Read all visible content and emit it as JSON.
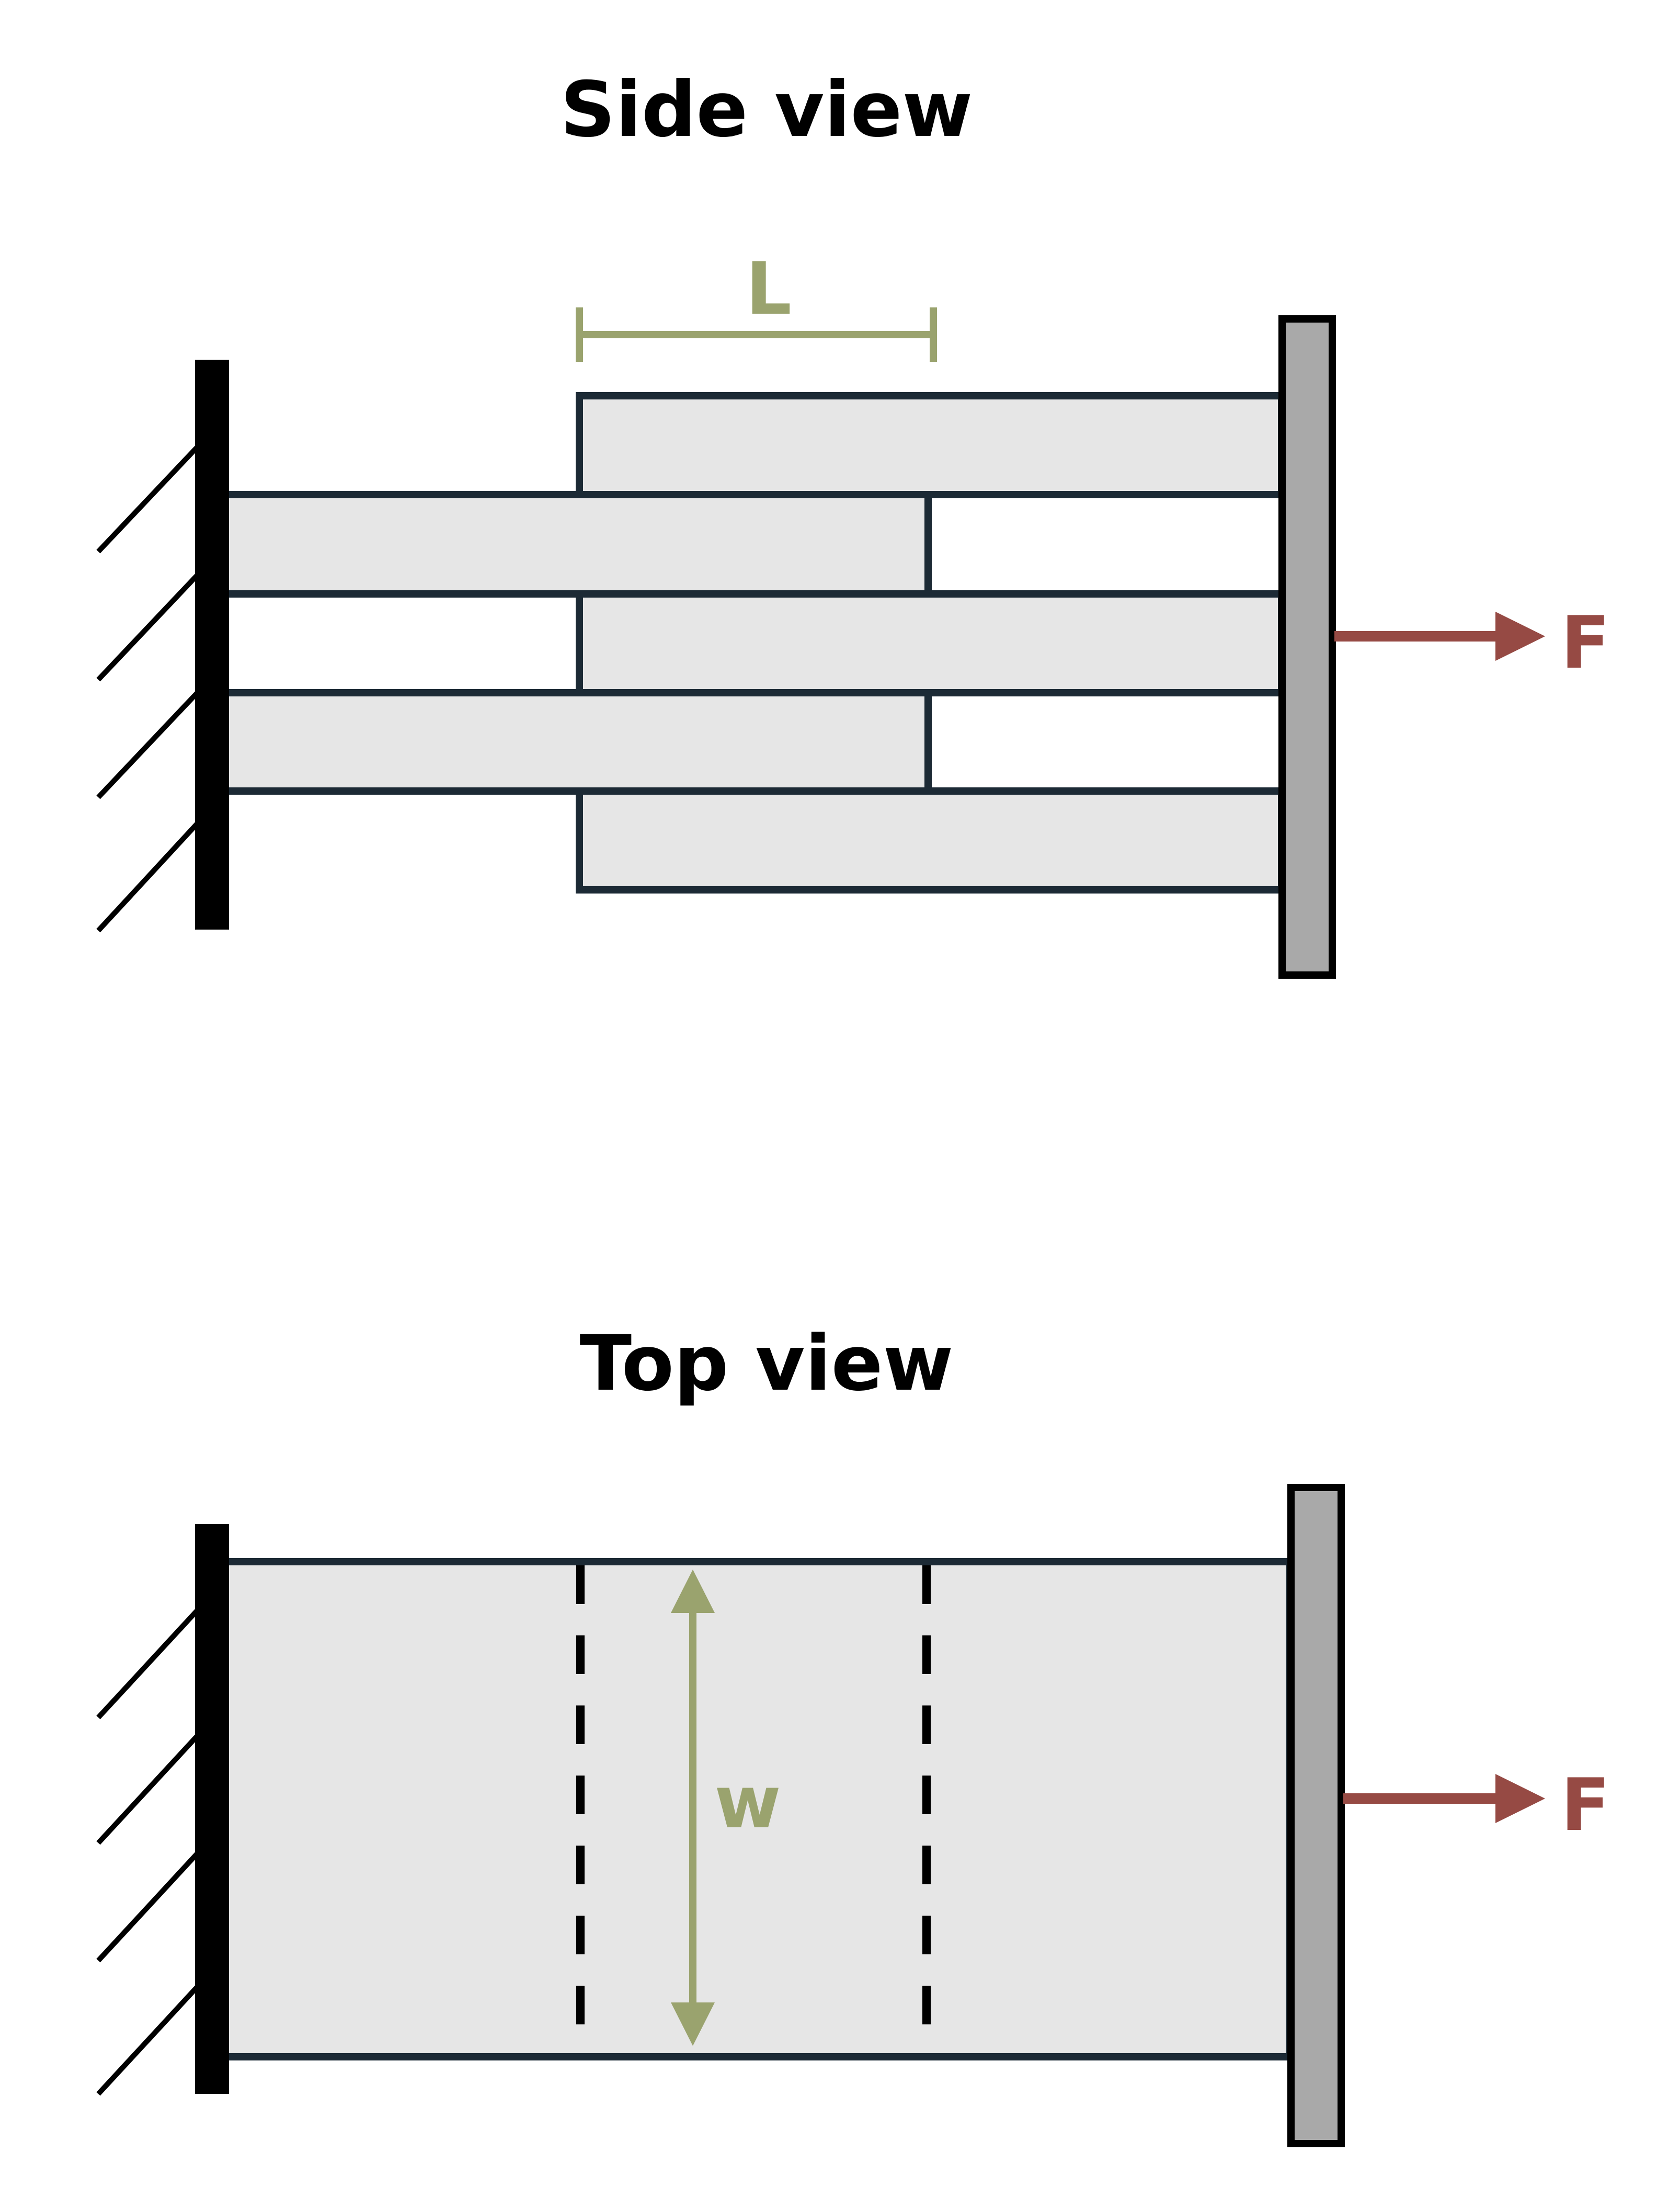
{
  "side_view": {
    "title": "Side view",
    "length_label": "L",
    "force_label": "F"
  },
  "top_view": {
    "title": "Top view",
    "width_label": "w",
    "force_label": "F"
  },
  "colors": {
    "plate_fill": "#e6e6e6",
    "outline": "#1c2a35",
    "wall": "#000000",
    "end_cap": "#a9a9a9",
    "dimension": "#9aa36e",
    "force": "#964a44"
  }
}
